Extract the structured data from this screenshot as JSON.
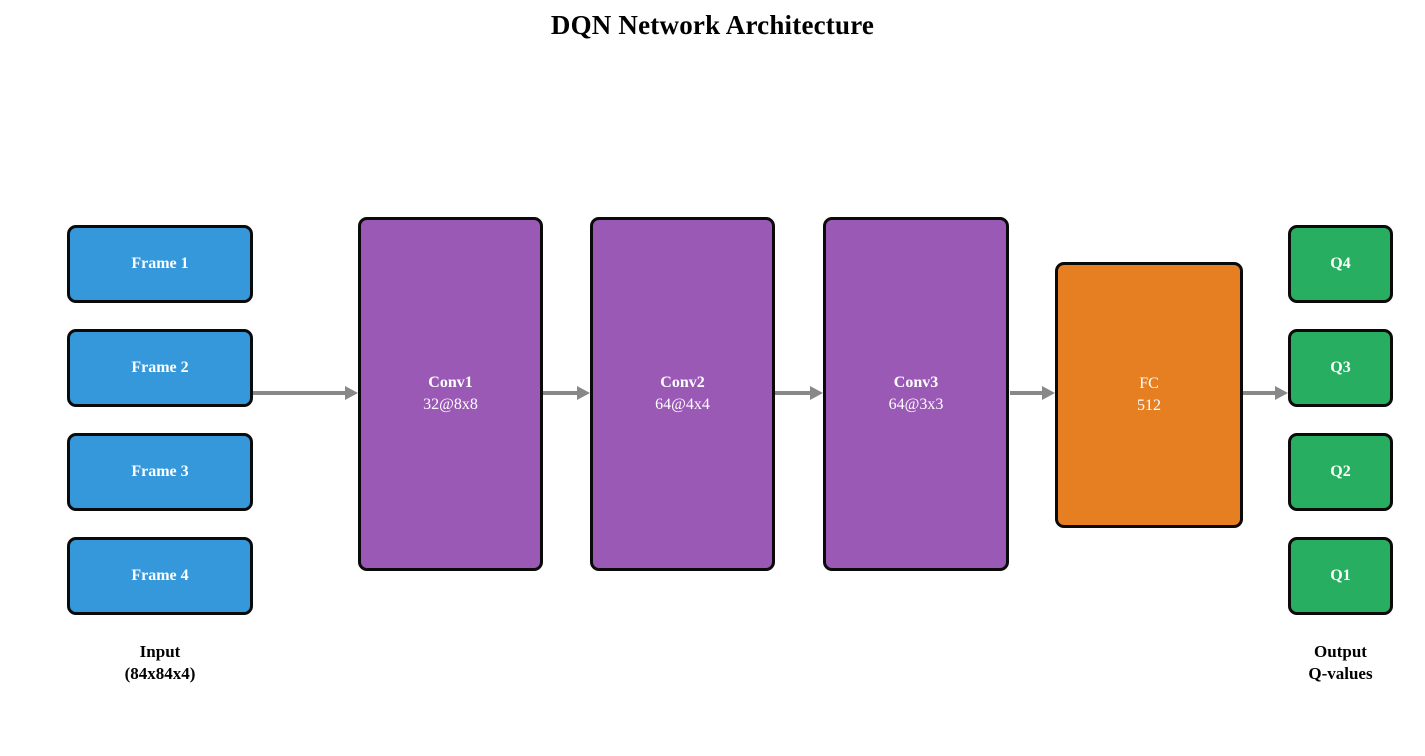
{
  "title": "DQN Network Architecture",
  "colors": {
    "background": "#ffffff",
    "frame_fill": "#3498db",
    "conv_fill": "#9b59b6",
    "fc_fill": "#e67e22",
    "q_fill": "#27ae60",
    "arrow": "#888888",
    "box_border": "#0a0a0a",
    "box_text": "#ffffff",
    "caption_text": "#000000"
  },
  "input": {
    "frames": [
      "Frame 1",
      "Frame 2",
      "Frame 3",
      "Frame 4"
    ],
    "caption_line1": "Input",
    "caption_line2": "(84x84x4)"
  },
  "layers": [
    {
      "name": "Conv1",
      "detail": "32@8x8"
    },
    {
      "name": "Conv2",
      "detail": "64@4x4"
    },
    {
      "name": "Conv3",
      "detail": "64@3x3"
    }
  ],
  "fc": {
    "name": "FC",
    "detail": "512"
  },
  "output": {
    "q_values": [
      "Q4",
      "Q3",
      "Q2",
      "Q1"
    ],
    "caption_line1": "Output",
    "caption_line2": "Q-values"
  }
}
